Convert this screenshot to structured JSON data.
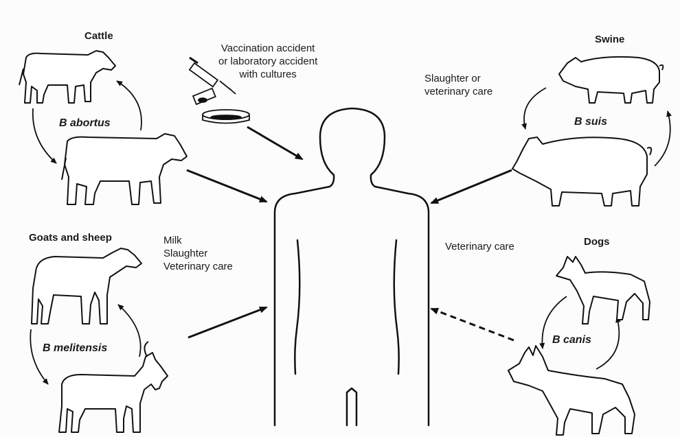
{
  "reservoirs": {
    "cattle": {
      "title": "Cattle",
      "species": "B abortus"
    },
    "swine": {
      "title": "Swine",
      "species": "B suis"
    },
    "goats_sheep": {
      "title": "Goats and sheep",
      "species": "B melitensis"
    },
    "dogs": {
      "title": "Dogs",
      "species": "B canis"
    }
  },
  "routes": {
    "laboratory": "Vaccination accident\nor laboratory accident\nwith cultures",
    "swine": "Slaughter or\nveterinary care",
    "goats_sheep": "Milk\nSlaughter\nVeterinary care",
    "dogs": "Veterinary care"
  },
  "style": {
    "ink": "#111111",
    "background": "#fcfcfc"
  }
}
